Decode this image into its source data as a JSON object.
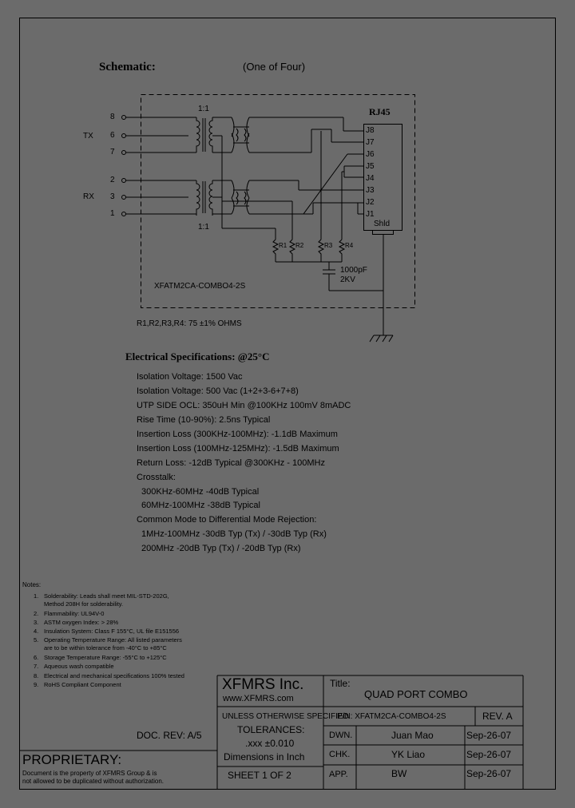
{
  "schematic": {
    "title": "Schematic:",
    "subtitle": "(One of Four)",
    "ratio_top": "1:1",
    "ratio_bottom": "1:1",
    "tx_label": "TX",
    "rx_label": "RX",
    "pins_left": [
      "8",
      "6",
      "7",
      "2",
      "3",
      "1"
    ],
    "rj45_title": "RJ45",
    "rj45_pins": [
      "J8",
      "J7",
      "J6",
      "J5",
      "J4",
      "J3",
      "J2",
      "J1",
      "Shld"
    ],
    "resistors": [
      "R1",
      "R2",
      "R3",
      "R4"
    ],
    "cap_value": "1000pF",
    "cap_voltage": "2KV",
    "part_label": "XFATM2CA-COMBO4-2S",
    "resistor_note": "R1,R2,R3,R4: 75 ±1% OHMS"
  },
  "electrical": {
    "title": "Electrical   Specifications: @25°C",
    "lines": [
      "Isolation Voltage:  1500 Vac",
      "Isolation Voltage:  500 Vac (1+2+3-6+7+8)",
      "UTP SIDE OCL: 350uH Min @100KHz   100mV 8mADC",
      "Rise Time (10-90%): 2.5ns Typical",
      "Insertion Loss (300KHz-100MHz): -1.1dB Maximum",
      "Insertion Loss (100MHz-125MHz): -1.5dB Maximum",
      "Return Loss: -12dB Typical @300KHz - 100MHz",
      "Crosstalk:",
      "300KHz-60MHz      -40dB Typical",
      "60MHz-100MHz      -38dB Typical",
      "Common Mode to Differential Mode Rejection:",
      "1MHz-100MHz    -30dB Typ (Tx) / -30dB Typ (Rx)",
      "200MHz     -20dB Typ (Tx) / -20dB Typ (Rx)"
    ]
  },
  "notes": {
    "title": "Notes:",
    "items": [
      {
        "num": "1.",
        "text": "Solderability: Leads shall meet MIL-STD-202G,",
        "cont": "Method 208H for solderability."
      },
      {
        "num": "2.",
        "text": "Flammability: UL94V-0",
        "cont": ""
      },
      {
        "num": "3.",
        "text": "ASTM oxygen Index: > 28%",
        "cont": ""
      },
      {
        "num": "4.",
        "text": "Insulation System: Class F 155°C, UL file E151556",
        "cont": ""
      },
      {
        "num": "5.",
        "text": "Operating Temperature Range: All listed parameters",
        "cont": "are to be within tolerance from -40°C to +85°C"
      },
      {
        "num": "6.",
        "text": "Storage Temperature Range: -55°C to +125°C",
        "cont": ""
      },
      {
        "num": "7.",
        "text": "Aqueous wash compatible",
        "cont": ""
      },
      {
        "num": "8.",
        "text": "Electrical and mechanical specifications 100% tested",
        "cont": ""
      },
      {
        "num": "9.",
        "text": "RoHS Compliant Component",
        "cont": ""
      }
    ]
  },
  "title_block": {
    "company": "XFMRS Inc.",
    "website": "www.XFMRS.com",
    "title_label": "Title:",
    "title_value": "QUAD PORT COMBO",
    "unless": "UNLESS OTHERWISE SPECIFIED",
    "tolerances": "TOLERANCES:",
    "tol_value": ".xxx ±0.010",
    "dimensions": "Dimensions in Inch",
    "sheet": "SHEET  1  OF  2",
    "pn": "P/N: XFATM2CA-COMBO4-2S",
    "rev": "REV. A",
    "dwn_label": "DWN.",
    "dwn_name": "Juan Mao",
    "dwn_date": "Sep-26-07",
    "chk_label": "CHK.",
    "chk_name": "YK Liao",
    "chk_date": "Sep-26-07",
    "app_label": "APP.",
    "app_name": "BW",
    "app_date": "Sep-26-07",
    "doc_rev": "DOC. REV: A/5"
  },
  "proprietary": {
    "title": "PROPRIETARY:",
    "line1": "Document is the property of XFMRS Group & is",
    "line2": "not allowed to be duplicated without authorization."
  }
}
